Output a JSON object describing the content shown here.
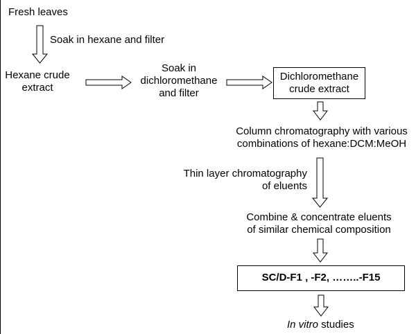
{
  "nodes": {
    "fresh_leaves": "Fresh leaves",
    "soak_hexane": "Soak in hexane and filter",
    "hexane_extract": [
      "Hexane crude",
      "extract"
    ],
    "soak_dcm": [
      "Soak in",
      "dichloromethane",
      "and filter"
    ],
    "dcm_extract": [
      "Dichloromethane",
      "crude extract"
    ],
    "column": [
      "Column chromatography with various",
      "combinations of hexane:DCM:MeOH"
    ],
    "tlc": [
      "Thin layer chromatography",
      "of eluents"
    ],
    "combine": [
      "Combine & concentrate eluents",
      "of similar chemical composition"
    ],
    "fractions": "SC/D-F1 , -F2, ……..-F15",
    "in_vitro_italic": "In vitro",
    "in_vitro_rest": " studies"
  }
}
